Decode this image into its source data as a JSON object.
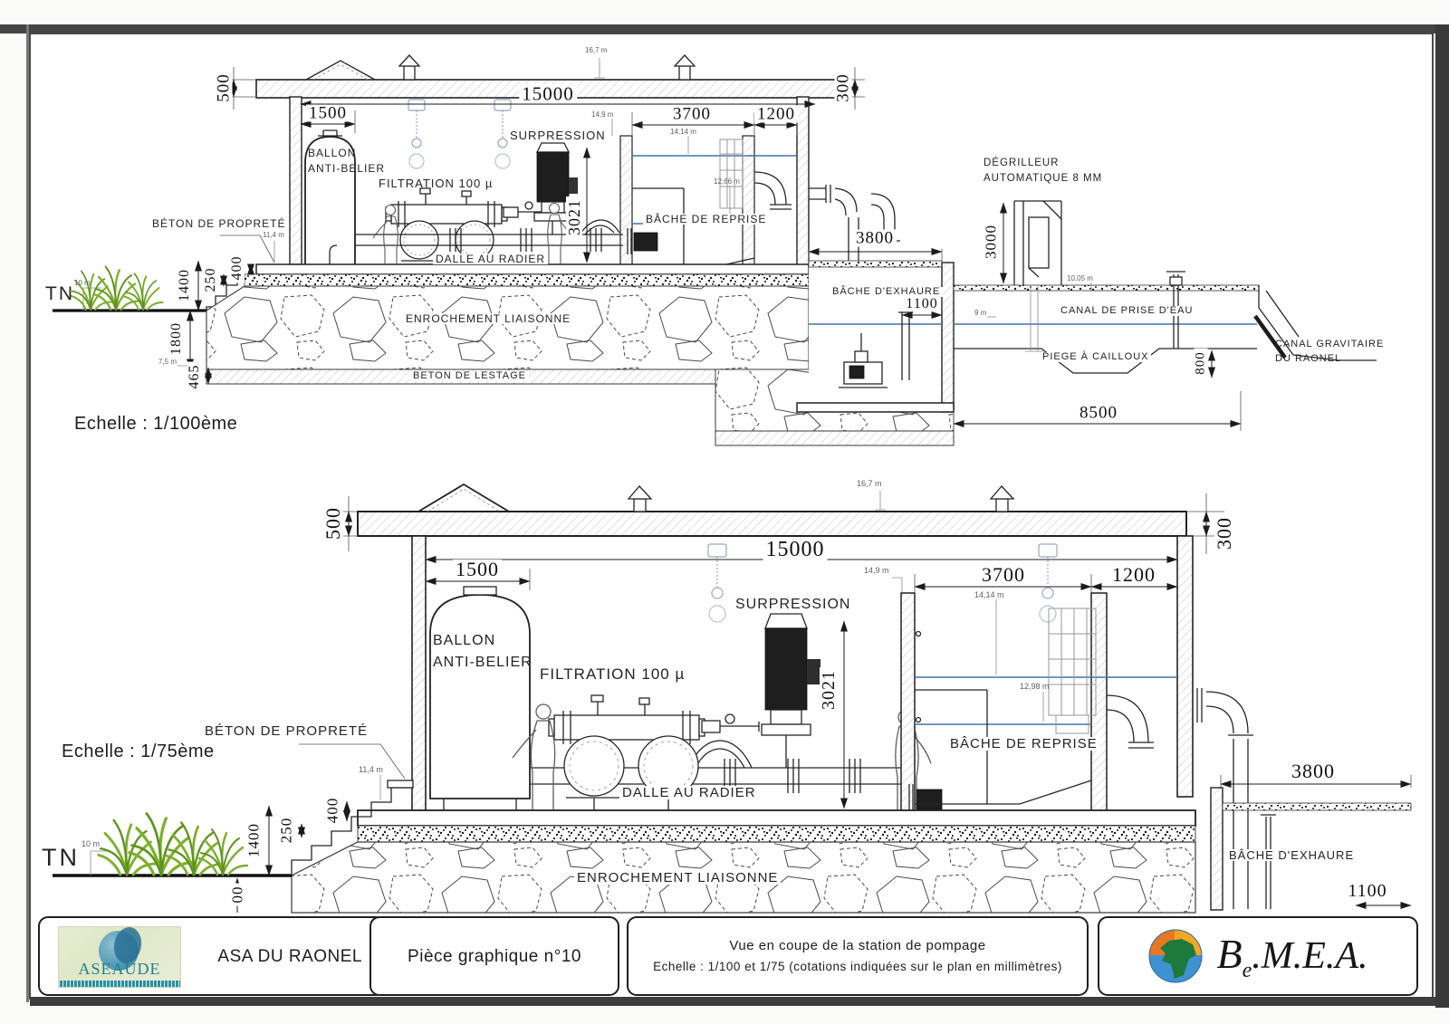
{
  "v100": {
    "scale": "Echelle : 1/100ème",
    "d": {
      "roof": "500",
      "roof_r": "300",
      "w15000": "15000",
      "w1500": "1500",
      "w3700": "3700",
      "w1200": "1200",
      "h3021": "3021",
      "h1400": "1400",
      "h250": "250",
      "h400": "400",
      "h1800": "1800",
      "h465": "465",
      "w3800": "3800",
      "w1100": "1100",
      "h3000": "3000",
      "h800": "800",
      "w8500": "8500"
    },
    "e": {
      "m167": "16,7 m",
      "m149": "14,9 m",
      "m1414": "14,14 m",
      "m1266": "12,66 m",
      "m114": "11,4 m",
      "m10": "10 m",
      "m1005": "10,05 m",
      "m9": "9 m",
      "m75": "7,5 m"
    },
    "l": {
      "ballon1": "BALLON",
      "ballon2": "ANTI-BELIER",
      "filtration": "FILTRATION 100 µ",
      "surpression": "SURPRESSION",
      "reprise": "BÂCHE DE REPRISE",
      "proprete": "BÉTON DE PROPRETÉ",
      "tn": "TN",
      "dalle": "DALLE AU RADIER",
      "enrochement": "ENROCHEMENT LIAISONNE",
      "lestage": "BETON DE LESTAGE",
      "exhaure": "BÂCHE D'EXHAURE",
      "degrilleur1": "DÉGRILLEUR",
      "degrilleur2": "AUTOMATIQUE 8 MM",
      "canal": "CANAL DE PRISE D'EAU",
      "piege": "PIEGE À CAILLOUX",
      "gravitaire1": "CANAL GRAVITAIRE",
      "gravitaire2": "DU RAONEL"
    }
  },
  "v75": {
    "scale": "Echelle : 1/75ème",
    "d": {
      "roof": "500",
      "roof_r": "300",
      "w15000": "15000",
      "w1500": "1500",
      "w3700": "3700",
      "w1200": "1200",
      "h3021": "3021",
      "h1400": "1400",
      "h250": "250",
      "h400": "400",
      "d00": "00",
      "w3800": "3800",
      "w1100": "1100"
    },
    "e": {
      "m167": "16,7 m",
      "m149": "14,9 m",
      "m1414": "14,14 m",
      "m1298": "12,98 m",
      "m114": "11,4 m",
      "m10": "10 m"
    },
    "l": {
      "ballon1": "BALLON",
      "ballon2": "ANTI-BELIER",
      "filtration": "FILTRATION 100 µ",
      "surpression": "SURPRESSION",
      "reprise": "BÂCHE DE REPRISE",
      "proprete": "BÉTON DE PROPRETÉ",
      "tn": "TN",
      "dalle": "DALLE AU RADIER",
      "enrochement": "ENROCHEMENT LIAISONNE",
      "exhaure": "BÂCHE D'EXHAURE"
    }
  },
  "tb": {
    "aseaude": "ASEAUDE",
    "client": "ASA DU RAONEL",
    "piece": "Pièce graphique n°10",
    "title": "Vue en coupe de la station de pompage",
    "scale": "Echelle : 1/100 et 1/75 (cotations indiquées sur le plan en millimètres)",
    "bmea_b": "B",
    "bmea_sub": "e",
    "bmea_rest": ".M.E.A."
  }
}
